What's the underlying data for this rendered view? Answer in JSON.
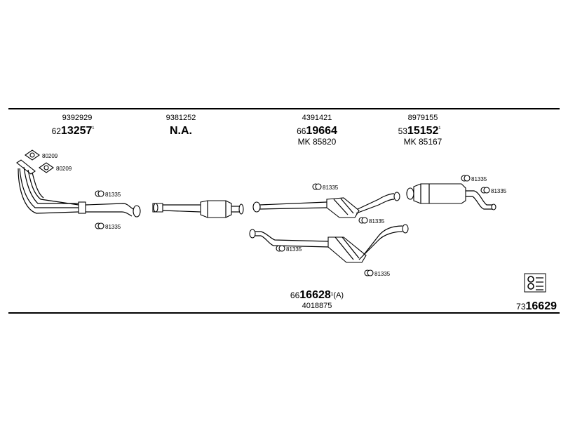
{
  "rules": {
    "color": "#000000"
  },
  "headers": [
    {
      "code": "9392929",
      "number_prefix": "62",
      "number_main": "13257",
      "suffix": "¹"
    },
    {
      "code": "9381252",
      "number_main": "N.A."
    },
    {
      "code": "4391421",
      "number_prefix": "66",
      "number_main": "19664",
      "mk": "MK  85820"
    },
    {
      "code": "8979155",
      "number_prefix": "53",
      "number_main": "15152",
      "suffix": "¹",
      "mk": "MK  85167"
    }
  ],
  "labels": {
    "gasket_1": "80209",
    "gasket_2": "80209",
    "clamp": "81335"
  },
  "footer": {
    "center_prefix": "66",
    "center_main": "16628",
    "center_suffix": "¹(A)",
    "center_code": "4018875",
    "right_prefix": "73",
    "right_main": "16629"
  },
  "icons": [
    "gasket-icon",
    "clamp-icon",
    "catalog-symbol-icon"
  ]
}
